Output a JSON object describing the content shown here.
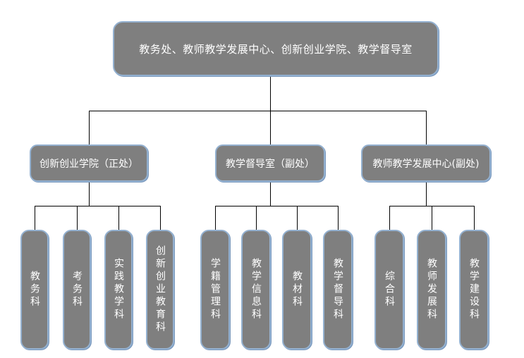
{
  "colors": {
    "box_fill": "#7f7f7f",
    "box_border": "#94b1d0",
    "connector": "#000000",
    "text": "#ffffff",
    "background": "#ffffff"
  },
  "root": {
    "label": "教务处、教师教学发展中心、创新创业学院、教学督导室"
  },
  "departments": [
    {
      "label": "创新创业学院（正处）",
      "sections": [
        "教务科",
        "考务科",
        "实践教学科",
        "创新创业教育科"
      ]
    },
    {
      "label": "教学督导室（副处）",
      "sections": [
        "学籍管理科",
        "教学信息科",
        "教材科",
        "教学督导科"
      ]
    },
    {
      "label": "教师教学发展中心(副处)",
      "sections": [
        "综合科",
        "教师发展科",
        "教学建设科"
      ]
    }
  ]
}
